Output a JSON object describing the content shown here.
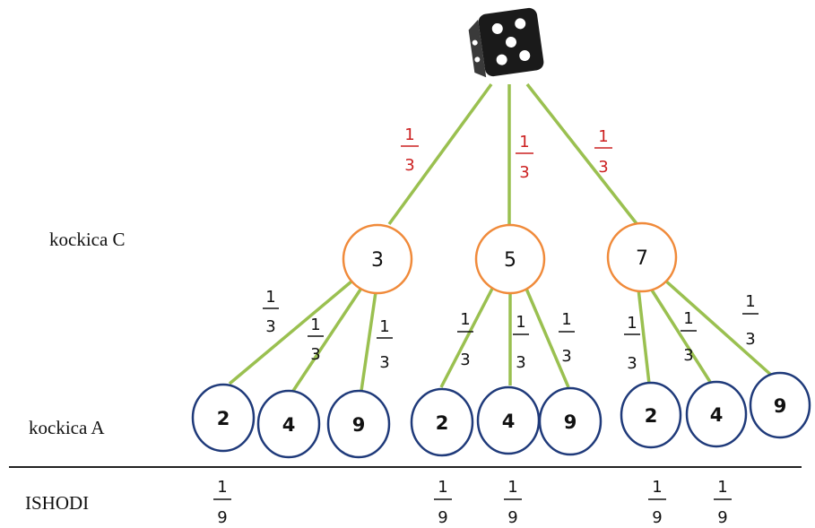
{
  "labels": {
    "die_c": "kockica C",
    "die_a": "kockica A",
    "outcomes": "ISHODI"
  },
  "colors": {
    "branch": "#9ac050",
    "middle_circle": "#f08a3a",
    "bottom_circle": "#1f3a7a",
    "top_fraction": "#cc2020",
    "divider": "#222222"
  },
  "die_icon": "dice-icon",
  "first_level": {
    "probability": {
      "num": "1",
      "den": "3"
    },
    "values": [
      "3",
      "5",
      "7"
    ]
  },
  "second_level": {
    "probability": {
      "num": "1",
      "den": "3"
    },
    "groups": [
      {
        "parent": "3",
        "values": [
          "2",
          "4",
          "9"
        ]
      },
      {
        "parent": "5",
        "values": [
          "2",
          "4",
          "9"
        ]
      },
      {
        "parent": "7",
        "values": [
          "2",
          "4",
          "9"
        ]
      }
    ]
  },
  "outcomes": {
    "probability": {
      "num": "1",
      "den": "9"
    },
    "marked": [
      {
        "group": "3",
        "value": "2"
      },
      {
        "group": "5",
        "value": "2"
      },
      {
        "group": "5",
        "value": "4"
      },
      {
        "group": "7",
        "value": "2"
      },
      {
        "group": "7",
        "value": "4"
      }
    ]
  }
}
